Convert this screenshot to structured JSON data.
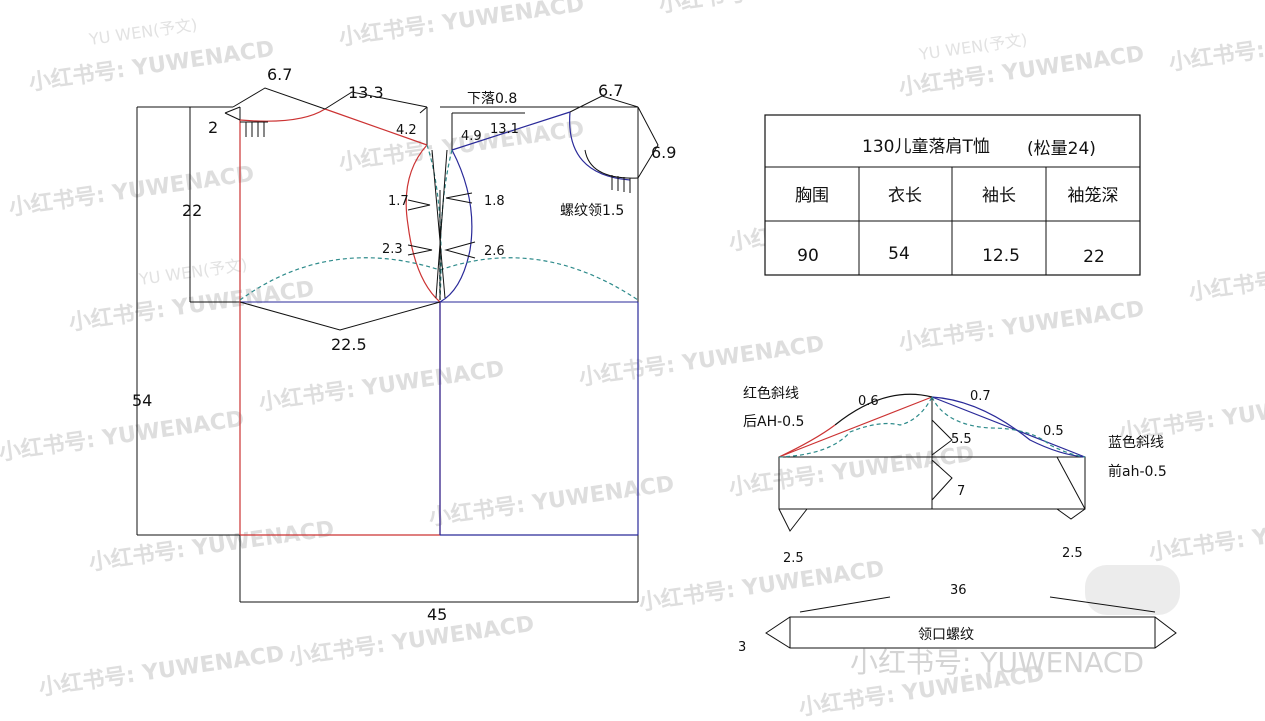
{
  "watermark": {
    "handle": "小红书号: YUWENACD",
    "brand": "YU WEN(予文)",
    "footer": "小红书号: YUWENACD"
  },
  "colors": {
    "back_piece": "#cc3333",
    "front_piece": "#2a2a99",
    "armhole_curve": "#2e8b8b",
    "outline": "#111111"
  },
  "table": {
    "title": "130儿童落肩T恤",
    "ease": "(松量24)",
    "headers": [
      "胸围",
      "衣长",
      "袖长",
      "袖笼深"
    ],
    "values": [
      "90",
      "54",
      "12.5",
      "22"
    ]
  },
  "body_pattern": {
    "back_neck_width": "6.7",
    "back_neck_depth": "2",
    "shoulder_back": "13.3",
    "shoulder_drop_label": "下落0.8",
    "front_neck_width": "6.7",
    "front_neck_depth": "6.9",
    "shoulder_front": "13.1",
    "dart_back_top": "4.2",
    "dart_front_top": "4.9",
    "armhole_depth": "22",
    "back_ease_1": "1.7",
    "front_ease_1": "1.8",
    "back_ease_2": "2.3",
    "front_ease_2": "2.6",
    "neck_rib_label": "螺纹领1.5",
    "half_chest": "22.5",
    "body_length": "54",
    "hem_width": "45"
  },
  "sleeve_pattern": {
    "red_line_label": "红色斜线",
    "back_ah_label": "后AH-0.5",
    "blue_line_label": "蓝色斜线",
    "front_ah_label": "前ah-0.5",
    "back_curve_offset": "0.6",
    "front_curve_offset": "0.7",
    "front_low_offset": "0.5",
    "cap_height": "5.5",
    "underarm": "7",
    "cuff_left": "2.5",
    "cuff_right": "2.5"
  },
  "neck_rib": {
    "length": "36",
    "width": "3",
    "label": "领口螺纹"
  }
}
